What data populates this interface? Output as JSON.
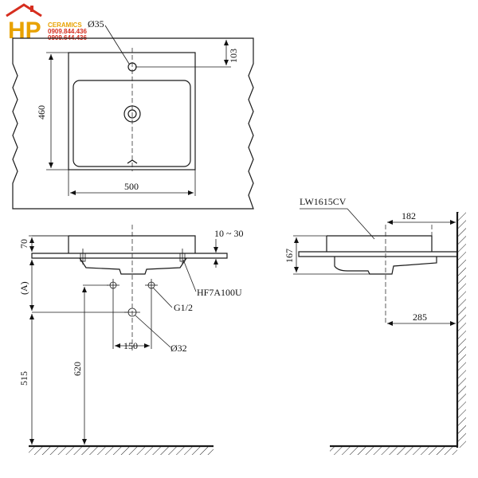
{
  "logo": {
    "brand": "HP",
    "sub": "CERAMICS",
    "phone1": "0909.844.436",
    "phone2": "0909.644.436",
    "brand_color": "#e8a200",
    "phone_color": "#d62e1f"
  },
  "top_view": {
    "dim_hole": "Ø35",
    "dim_103": "103",
    "dim_460": "460",
    "dim_500": "500"
  },
  "front_view": {
    "dim_70": "70",
    "dim_10_30": "10 ~ 30",
    "dim_A": "(A)",
    "part_hf7a100u": "HF7A100U",
    "part_g12": "G1/2",
    "dim_150": "150",
    "dim_d32": "Ø32",
    "dim_620": "620",
    "dim_515": "515"
  },
  "side_view": {
    "model": "LW1615CV",
    "dim_182": "182",
    "dim_167": "167",
    "dim_285": "285"
  }
}
